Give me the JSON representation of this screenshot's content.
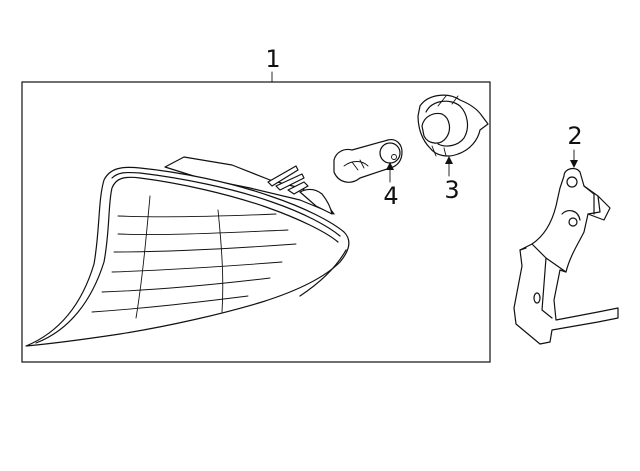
{
  "callouts": {
    "c1": "1",
    "c2": "2",
    "c3": "3",
    "c4": "4"
  },
  "parts": [
    {
      "callout": "1",
      "icon": "lamp-assembly-icon"
    },
    {
      "callout": "2",
      "icon": "mounting-bracket-icon"
    },
    {
      "callout": "3",
      "icon": "bulb-socket-icon"
    },
    {
      "callout": "4",
      "icon": "bulb-icon"
    }
  ]
}
